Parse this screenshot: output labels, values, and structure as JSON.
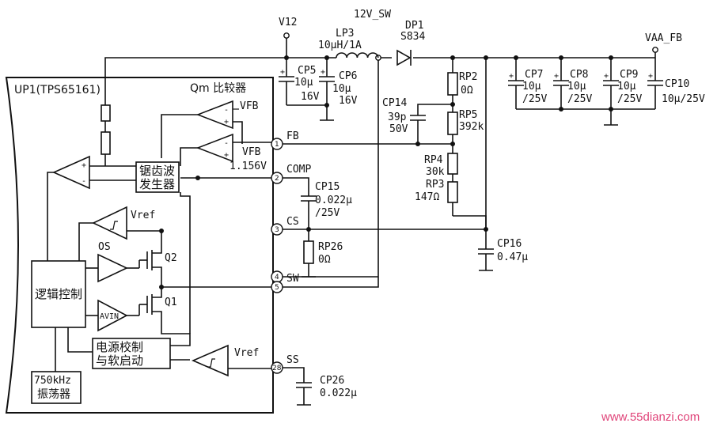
{
  "chip": {
    "name": "UP1(TPS65161)"
  },
  "blocks": {
    "comparator_title": "Qm 比较器",
    "sawtooth_line1": "锯齿波",
    "sawtooth_line2": "发生器",
    "logic": "逻辑控制",
    "power_line1": "电源校制",
    "power_line2": "与软启动",
    "osc_line1": "750kHz",
    "osc_line2": "振荡器"
  },
  "signals": {
    "vfb1": "VFB",
    "vfb2": "VFB",
    "vfb2_value": "1.156V",
    "vref1": "Vref",
    "vref2": "Vref",
    "os": "OS",
    "avin": "AVIN",
    "q2": "Q2",
    "q1": "Q1"
  },
  "pins": [
    {
      "num": "1",
      "name": "FB"
    },
    {
      "num": "2",
      "name": "COMP"
    },
    {
      "num": "3",
      "name": "CS"
    },
    {
      "num": "4",
      "name": "SW"
    },
    {
      "num": "5",
      "name": ""
    },
    {
      "num": "28",
      "name": "SS"
    }
  ],
  "nets": {
    "v12": "V12",
    "sw12": "12V_SW",
    "vaa": "VAA_FB"
  },
  "components": {
    "lp3": {
      "ref": "LP3",
      "value": "10μH/1A"
    },
    "dp1": {
      "ref": "DP1",
      "value": "S834"
    },
    "cp5": {
      "ref": "CP5",
      "v1": "10μ",
      "v2": "16V"
    },
    "cp6": {
      "ref": "CP6",
      "v1": "10μ",
      "v2": "16V"
    },
    "cp14": {
      "ref": "CP14",
      "v1": "39p",
      "v2": "50V"
    },
    "rp2": {
      "ref": "RP2",
      "value": "0Ω"
    },
    "rp5": {
      "ref": "RP5",
      "value": "392k"
    },
    "rp4": {
      "ref": "RP4",
      "value": "30k"
    },
    "rp3": {
      "ref": "RP3",
      "value": "147Ω"
    },
    "cp7": {
      "ref": "CP7",
      "v1": "10μ",
      "v2": "/25V"
    },
    "cp8": {
      "ref": "CP8",
      "v1": "10μ",
      "v2": "/25V"
    },
    "cp9": {
      "ref": "CP9",
      "v1": "10μ",
      "v2": "/25V"
    },
    "cp10": {
      "ref": "CP10",
      "v1": "10μ/25V"
    },
    "cp15": {
      "ref": "CP15",
      "v1": "0.022μ",
      "v2": "/25V"
    },
    "rp26": {
      "ref": "RP26",
      "value": "0Ω"
    },
    "cp16": {
      "ref": "CP16",
      "value": "0.47μ"
    },
    "cp26": {
      "ref": "CP26",
      "value": "0.022μ"
    }
  },
  "watermark": "www.55dianzi.com"
}
